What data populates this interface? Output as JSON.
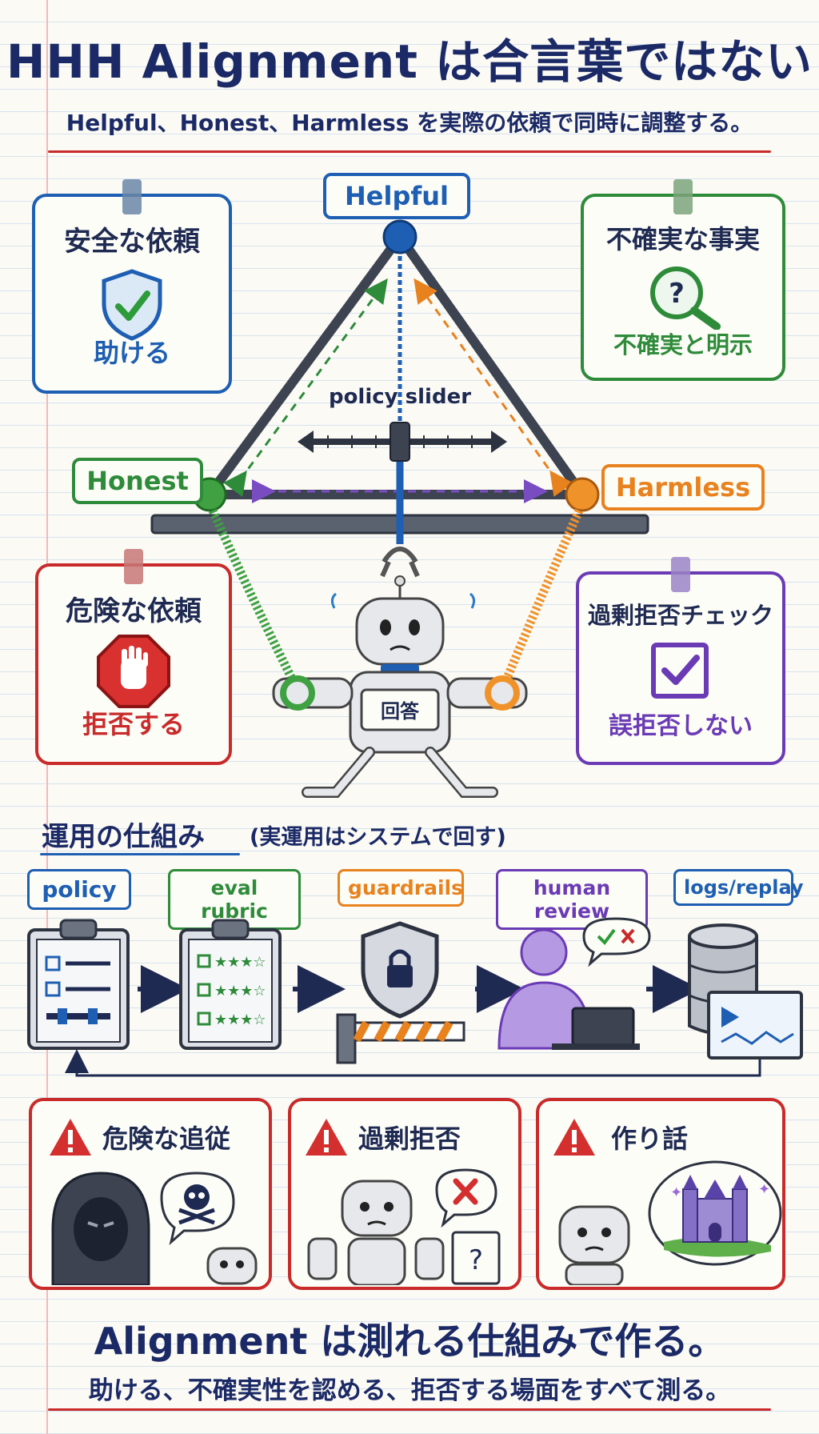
{
  "title": "HHH Alignment は合言葉ではない",
  "subtitle": "Helpful、Honest、Harmless を実際の依頼で同時に調整する。",
  "triangle": {
    "helpful": "Helpful",
    "honest": "Honest",
    "harmless": "Harmless",
    "slider_label": "policy slider",
    "robot_chest": "回答"
  },
  "cards": {
    "safe": {
      "title": "安全な依頼",
      "action": "助ける",
      "color": "#1e5fb3"
    },
    "uncertain": {
      "title": "不確実な事実",
      "action": "不確実と明示",
      "color": "#2e8b3a"
    },
    "danger": {
      "title": "危険な依頼",
      "action": "拒否する",
      "color": "#c92a2a"
    },
    "overrefusal": {
      "title": "過剰拒否チェック",
      "action": "誤拒否しない",
      "color": "#6a3bb5"
    }
  },
  "ops": {
    "heading": "運用の仕組み",
    "note": "(実運用はシステムで回す)",
    "stages": [
      "policy",
      "eval rubric",
      "guardrails",
      "human review",
      "logs/replay"
    ]
  },
  "failures": [
    "危険な追従",
    "過剰拒否",
    "作り話"
  ],
  "conclusion": {
    "line1": "Alignment は測れる仕組みで作る。",
    "line2": "助ける、不確実性を認める、拒否する場面をすべて測る。"
  }
}
